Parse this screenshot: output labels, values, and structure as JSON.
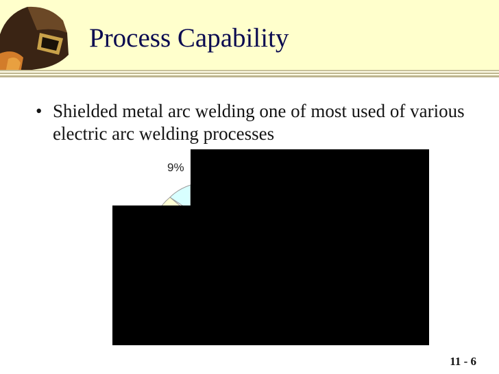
{
  "slide": {
    "title": "Process Capability",
    "bullet_marker": "•",
    "bullets": [
      "Shielded metal arc welding one of most used of various electric arc welding processes"
    ],
    "page_number": "11 - 6"
  },
  "chart_data": {
    "type": "pie",
    "visible_labels": [
      "9%"
    ],
    "slice_colors": [
      "#d8ffff",
      "#ffffd4"
    ]
  }
}
